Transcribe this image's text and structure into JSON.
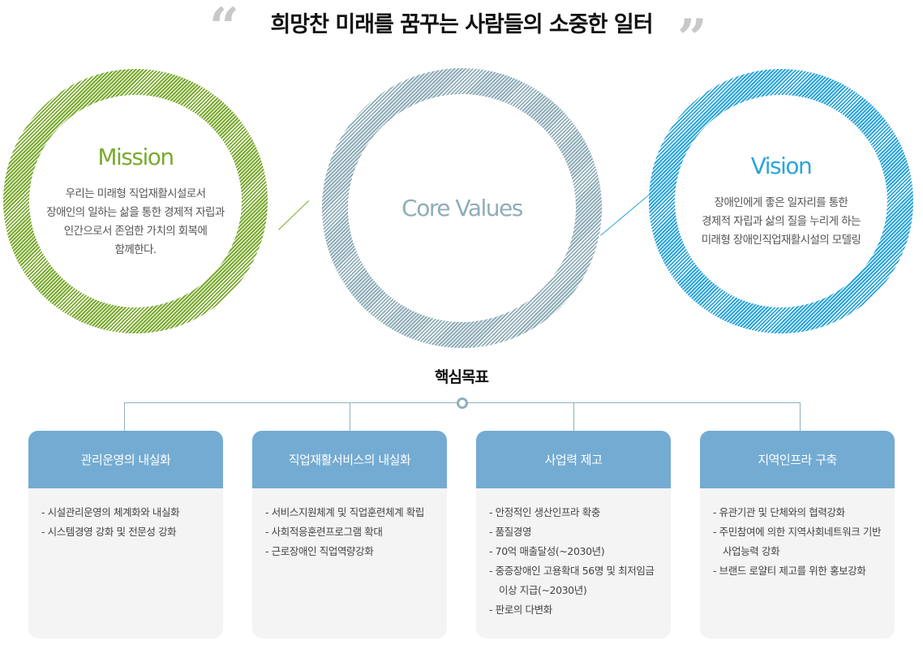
{
  "header": {
    "title": "희망찬 미래를 꿈꾸는 사람들의 소중한 일터",
    "open_quote": "“",
    "close_quote": "”"
  },
  "colors": {
    "mission": "#7aaa2e",
    "core": "#8fadb8",
    "vision": "#2aa5dd",
    "card_header": "#74abd2"
  },
  "mission": {
    "title": "Mission",
    "lines": [
      "우리는 미래형 직업재활시설로서",
      "장애인의 일하는 삶을 통한 경제적 자립과",
      "인간으로서 존엄한 가치의 회복에",
      "함께한다."
    ]
  },
  "core": {
    "title": "Core Values"
  },
  "vision": {
    "title": "Vision",
    "lines": [
      "장애인에게 좋은 일자리를 통한",
      "경제적 자립과 삶의 질을 누리게 하는",
      "미래형 장애인직업재활시설의 모델링"
    ]
  },
  "goals": {
    "title": "핵심목표",
    "cards": [
      {
        "title": "관리운영의 내실화",
        "items": [
          "- 시설관리운영의 체계화와 내실화",
          "- 시스템경영 강화 및 전문성 강화"
        ]
      },
      {
        "title": "직업재활서비스의 내실화",
        "items": [
          "- 서비스지원체계 및 직업훈련체계 확립",
          "- 사회적응훈련프로그램 확대",
          "- 근로장애인 직업역량강화"
        ]
      },
      {
        "title": "사업력 제고",
        "items": [
          "- 안정적인 생산인프라 확충",
          "- 품질경영",
          "- 70억 매출달성(~2030년)",
          "- 중증장애인 고용확대 56명 및 최저임금이상 지급(~2030년)",
          "- 판로의 다변화"
        ]
      },
      {
        "title": "지역인프라 구축",
        "items": [
          "- 유관기관 및 단체와의 협력강화",
          "- 주민참여에 의한 지역사회네트워크 기반 사업능력 강화",
          "- 브랜드 로얄티 제고를 위한 홍보강화"
        ]
      }
    ]
  }
}
